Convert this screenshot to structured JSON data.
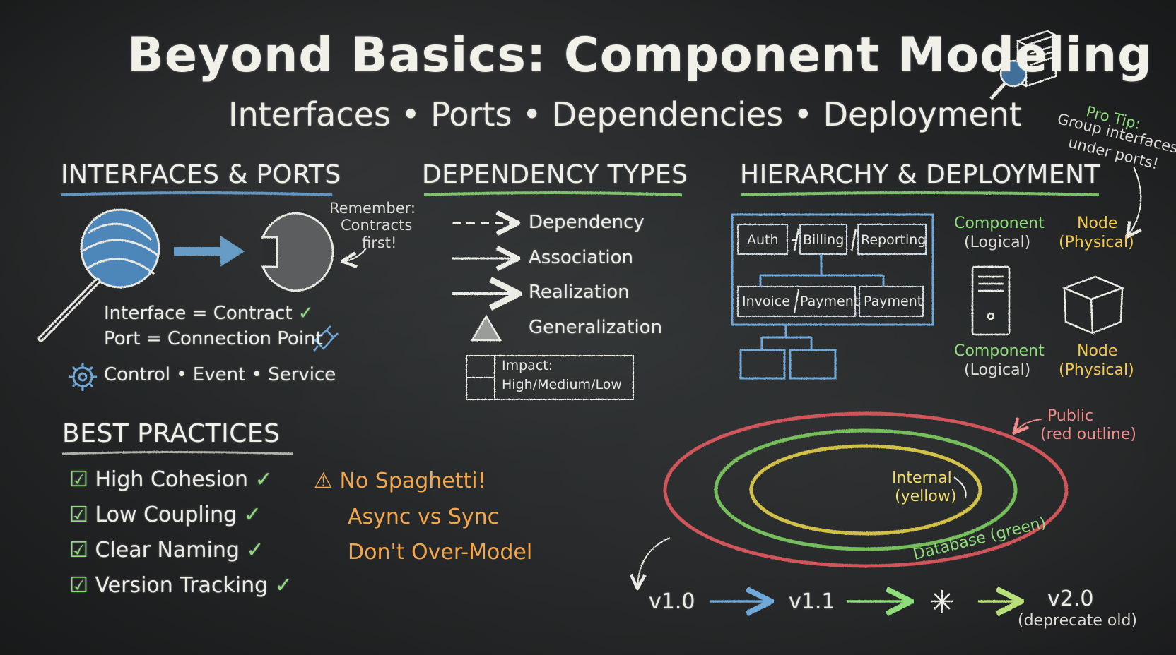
{
  "title": "Beyond Basics: Component Modeling",
  "subtitle": "Interfaces • Ports • Dependencies • Deployment",
  "pro_tip": {
    "line1": "Pro Tip:",
    "line2": "Group interfaces",
    "line3": "under ports!"
  },
  "interfaces": {
    "heading": "INTERFACES & PORTS",
    "remember": {
      "line1": "Remember:",
      "line2": "Contracts",
      "line3": "first!"
    },
    "interface_line": "Interface = Contract",
    "port_line": "Port = Connection Point",
    "kinds": "Control  •  Event  •  Service"
  },
  "dependencies": {
    "heading": "DEPENDENCY TYPES",
    "items": [
      "Dependency",
      "Association",
      "Realization",
      "Generalization"
    ],
    "impact_line1": "Impact:",
    "impact_line2": "High/Medium/Low"
  },
  "hierarchy": {
    "heading": "HIERARCHY & DEPLOYMENT",
    "boxes": [
      "Auth",
      "Billing",
      "Reporting",
      "Invoice",
      "Payment",
      "Payment"
    ],
    "component_label": {
      "line1": "Component",
      "line2": "(Logical)"
    },
    "node_label": {
      "line1": "Node",
      "line2": "(Physical)"
    }
  },
  "best_practices": {
    "heading": "BEST PRACTICES",
    "items": [
      "High Cohesion",
      "Low Coupling",
      "Clear Naming",
      "Version Tracking"
    ],
    "warnings": [
      "No Spaghetti!",
      "Async vs Sync",
      "Don't Over-Model"
    ]
  },
  "scopes": {
    "public": {
      "line1": "Public",
      "line2": "(red outline)"
    },
    "internal": {
      "line1": "Internal",
      "line2": "(yellow)"
    },
    "database": "Database (green)"
  },
  "versions": {
    "v1": "v1.0",
    "v2": "v1.1",
    "v3": "v2.0",
    "v3_note": "(deprecate old)"
  },
  "colors": {
    "board": "#232526",
    "chalk": "#ecece6",
    "blue": "#6fa8d8",
    "green": "#8fdc7a",
    "orange": "#f3a74a",
    "red": "#e35b63",
    "yellow": "#e3d24e"
  },
  "icons": [
    "server-magnifier-icon",
    "lollipop-interface-icon",
    "socket-port-icon",
    "gear-icon",
    "plug-icon",
    "check-icon",
    "warning-icon",
    "server-tower-icon",
    "cube-icon"
  ]
}
